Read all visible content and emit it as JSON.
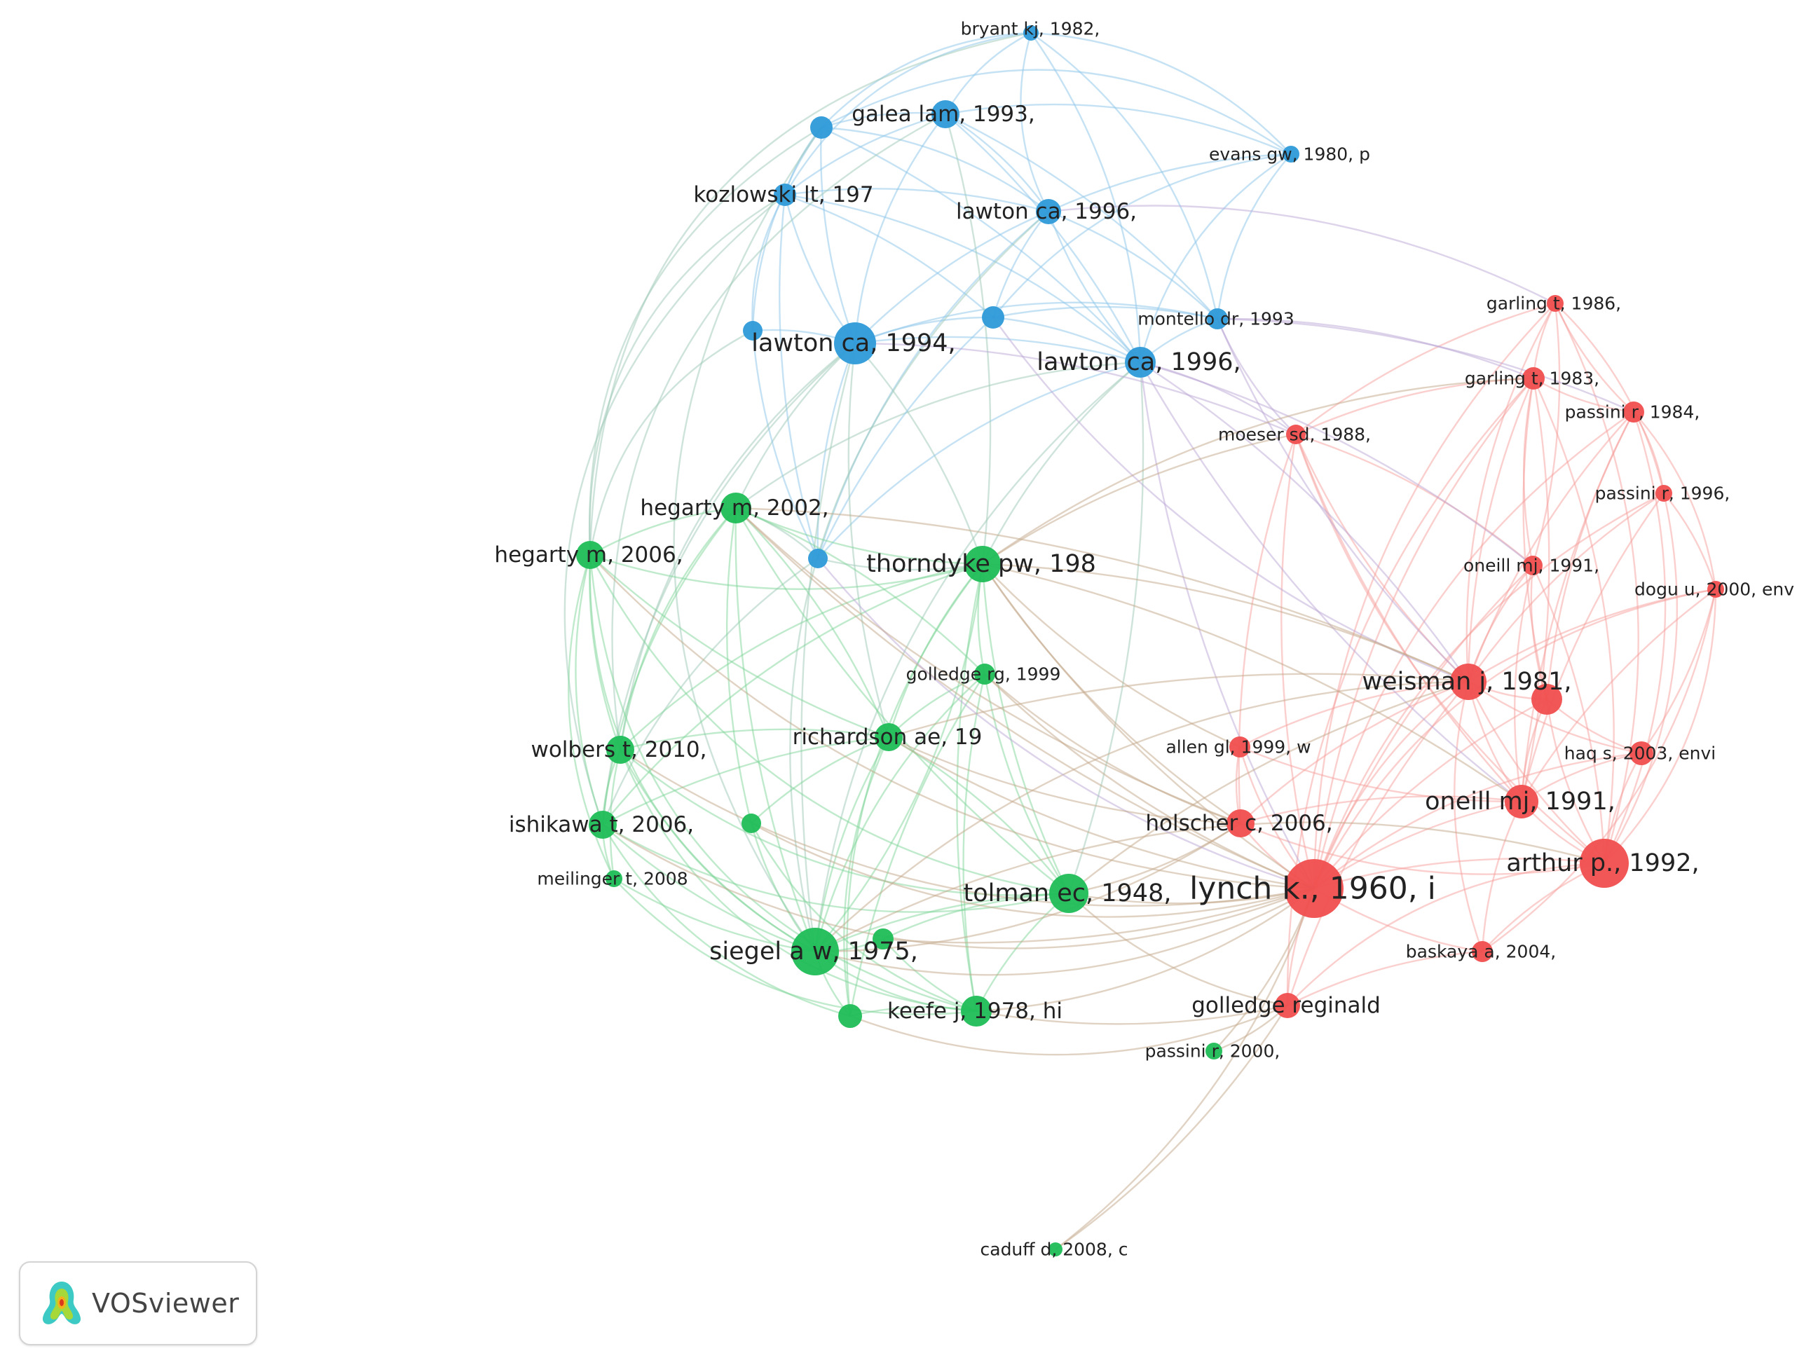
{
  "colors": {
    "clusters": {
      "blue": "#2e9ad8",
      "green": "#1fbd57",
      "red": "#f04e4e"
    },
    "edges": {
      "blue": "#8cc6ea",
      "green": "#7fd69a",
      "red": "#f5a09b",
      "mixed_bg": "#c4a88a",
      "mixed_rb": "#bba7d6"
    }
  },
  "nodes": [
    {
      "id": "n1",
      "label": "bryant kj, 1982,",
      "cluster": "blue"
    },
    {
      "id": "n2",
      "label": "",
      "cluster": "blue"
    },
    {
      "id": "n3",
      "label": "galea lam, 1993,",
      "cluster": "blue"
    },
    {
      "id": "n4",
      "label": "evans gw, 1980, p",
      "cluster": "blue"
    },
    {
      "id": "n5",
      "label": "kozlowski lt, 197",
      "cluster": "blue"
    },
    {
      "id": "n6",
      "label": "lawton ca, 1996,",
      "cluster": "blue"
    },
    {
      "id": "n7",
      "label": "",
      "cluster": "blue"
    },
    {
      "id": "n8",
      "label": "",
      "cluster": "blue"
    },
    {
      "id": "n9",
      "label": "lawton ca, 1994,",
      "cluster": "blue"
    },
    {
      "id": "n10",
      "label": "montello dr, 1993",
      "cluster": "blue"
    },
    {
      "id": "n11",
      "label": "lawton ca, 1996,",
      "cluster": "blue"
    },
    {
      "id": "n12",
      "label": "",
      "cluster": "blue"
    },
    {
      "id": "n13",
      "label": "hegarty m, 2002,",
      "cluster": "green"
    },
    {
      "id": "n14",
      "label": "hegarty m, 2006,",
      "cluster": "green"
    },
    {
      "id": "n15",
      "label": "thorndyke pw, 198",
      "cluster": "green"
    },
    {
      "id": "n16",
      "label": "golledge rg, 1999",
      "cluster": "green"
    },
    {
      "id": "n17",
      "label": "richardson ae, 19",
      "cluster": "green"
    },
    {
      "id": "n18",
      "label": "wolbers t, 2010,",
      "cluster": "green"
    },
    {
      "id": "n19",
      "label": "ishikawa t, 2006,",
      "cluster": "green"
    },
    {
      "id": "n20",
      "label": "",
      "cluster": "green"
    },
    {
      "id": "n21",
      "label": "meilinger t, 2008",
      "cluster": "green"
    },
    {
      "id": "n22",
      "label": "tolman ec, 1948,",
      "cluster": "green"
    },
    {
      "id": "n23",
      "label": "siegel a w, 1975,",
      "cluster": "green"
    },
    {
      "id": "n24",
      "label": "",
      "cluster": "green"
    },
    {
      "id": "n25",
      "label": "keefe j, 1978, hi",
      "cluster": "green"
    },
    {
      "id": "n26",
      "label": "",
      "cluster": "green"
    },
    {
      "id": "n27",
      "label": "passini r, 2000,",
      "cluster": "green"
    },
    {
      "id": "n28",
      "label": "caduff d, 2008, c",
      "cluster": "green"
    },
    {
      "id": "n29",
      "label": "garling t, 1986,",
      "cluster": "red"
    },
    {
      "id": "n30",
      "label": "garling t, 1983,",
      "cluster": "red"
    },
    {
      "id": "n31",
      "label": "passini r, 1984,",
      "cluster": "red"
    },
    {
      "id": "n32",
      "label": "moeser sd, 1988,",
      "cluster": "red"
    },
    {
      "id": "n33",
      "label": "passini r, 1996,",
      "cluster": "red"
    },
    {
      "id": "n34",
      "label": "oneill mj, 1991,",
      "cluster": "red"
    },
    {
      "id": "n35",
      "label": "dogu u, 2000, env",
      "cluster": "red"
    },
    {
      "id": "n36",
      "label": "weisman j, 1981,",
      "cluster": "red"
    },
    {
      "id": "n37",
      "label": "",
      "cluster": "red"
    },
    {
      "id": "n38",
      "label": "allen gl, 1999, w",
      "cluster": "red"
    },
    {
      "id": "n39",
      "label": "haq s, 2003, envi",
      "cluster": "red"
    },
    {
      "id": "n40",
      "label": "oneill mj, 1991,",
      "cluster": "red"
    },
    {
      "id": "n41",
      "label": "holscher c, 2006,",
      "cluster": "red"
    },
    {
      "id": "n42",
      "label": "arthur p., 1992,",
      "cluster": "red"
    },
    {
      "id": "n43",
      "label": "lynch k., 1960, i",
      "cluster": "red"
    },
    {
      "id": "n44",
      "label": "baskaya a, 2004,",
      "cluster": "red"
    },
    {
      "id": "n45",
      "label": "golledge reginald",
      "cluster": "red"
    }
  ],
  "badge": {
    "text": "VOSviewer",
    "logo": "vosviewer-logo-icon"
  }
}
